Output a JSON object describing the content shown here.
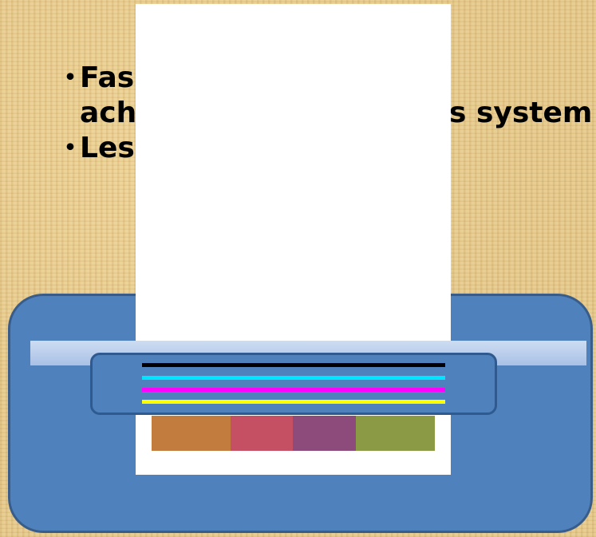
{
  "bullets": {
    "line1": "Fas",
    "line2": "ach",
    "line2_right": "s system",
    "line3": "Les",
    "marker": "・"
  },
  "ink_lines": [
    "#000000",
    "#00e5ff",
    "#ff00ff",
    "#ffff00"
  ],
  "swatches": [
    "#c27c3e",
    "#c65063",
    "#8c4b7a",
    "#8a9a45"
  ]
}
